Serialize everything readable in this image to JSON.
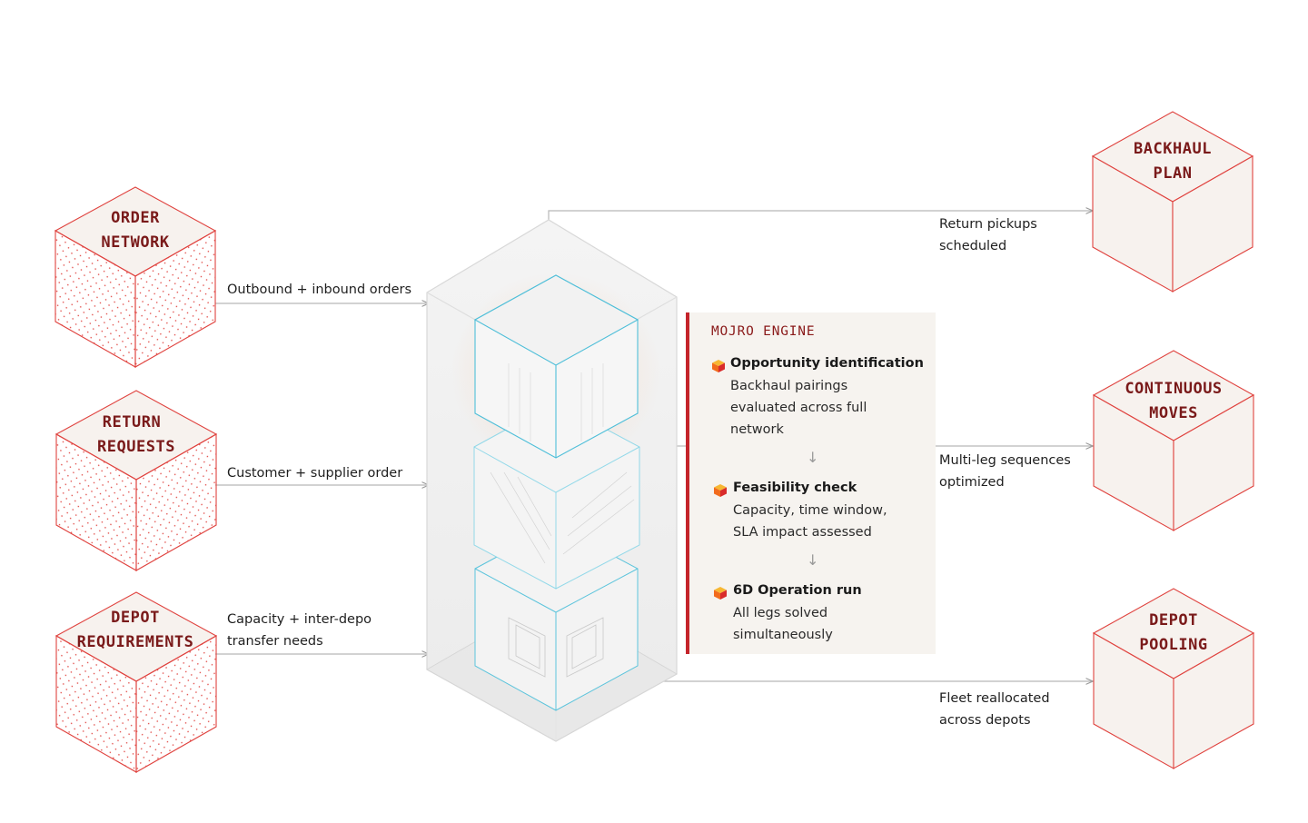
{
  "inputs": [
    {
      "line1": "ORDER",
      "line2": "NETWORK",
      "flow_label": "Outbound + inbound orders"
    },
    {
      "line1": "RETURN",
      "line2": "REQUESTS",
      "flow_label": "Customer + supplier order"
    },
    {
      "line1": "DEPOT",
      "line2": "REQUIREMENTS",
      "flow_label": "Capacity + inter-depo\ntransfer needs"
    }
  ],
  "outputs": [
    {
      "line1": "BACKHAUL",
      "line2": "PLAN",
      "flow_label": "Return pickups\nscheduled"
    },
    {
      "line1": "CONTINUOUS",
      "line2": "MOVES",
      "flow_label": "Multi-leg sequences\noptimized"
    },
    {
      "line1": "DEPOT",
      "line2": "POOLING",
      "flow_label": "Fleet reallocated\nacross depots"
    }
  ],
  "engine": {
    "title": "MOJRO ENGINE",
    "steps": [
      {
        "title": "Opportunity identification",
        "desc": "Backhaul pairings\nevaluated across full\nnetwork"
      },
      {
        "title": "Feasibility check",
        "desc": "Capacity, time window,\nSLA impact assessed"
      },
      {
        "title": "6D Operation run",
        "desc": "All legs solved\nsimultaneously"
      }
    ],
    "arrow_glyph": "↓"
  },
  "colors": {
    "red": "#e0433f",
    "dark_red": "#7a1a1a",
    "accent_bar": "#c4242b",
    "cube_face": "#f7f2ee",
    "blue": "#5cc4dc",
    "line": "#b8b8b8"
  }
}
